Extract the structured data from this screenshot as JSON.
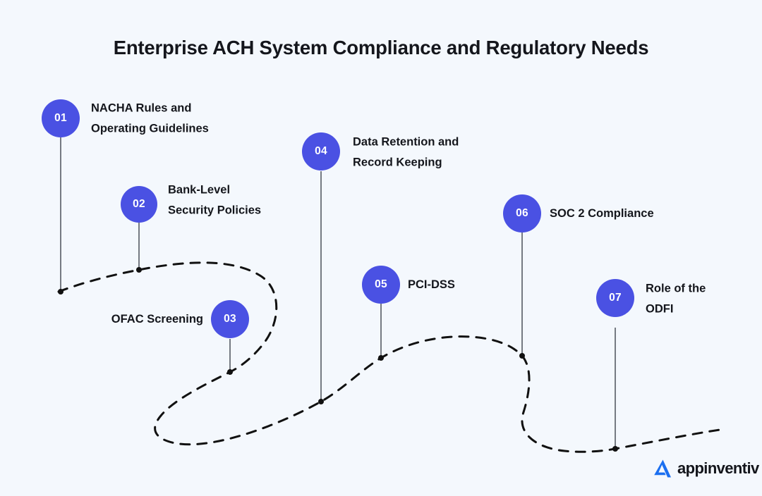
{
  "theme": {
    "background": "#f4f8fd",
    "accent": "#4a51e3",
    "text": "#14161c",
    "stem": "#555a63",
    "curve": "#111111"
  },
  "header": {
    "title": "Enterprise ACH System Compliance and Regulatory Needs"
  },
  "items": [
    {
      "number": "01",
      "label": "NACHA Rules and\nOperating Guidelines",
      "side": "right"
    },
    {
      "number": "02",
      "label": "Bank-Level\nSecurity Policies",
      "side": "right"
    },
    {
      "number": "03",
      "label": "OFAC Screening",
      "side": "left"
    },
    {
      "number": "04",
      "label": "Data Retention and\nRecord Keeping",
      "side": "right"
    },
    {
      "number": "05",
      "label": "PCI-DSS",
      "side": "right"
    },
    {
      "number": "06",
      "label": "SOC 2 Compliance",
      "side": "right"
    },
    {
      "number": "07",
      "label": "Role of the\nODFI",
      "side": "right"
    }
  ],
  "brand": {
    "name": "appinventiv",
    "mark_color": "#1b6ff0",
    "icon": "appinventiv-a-mark-icon"
  }
}
